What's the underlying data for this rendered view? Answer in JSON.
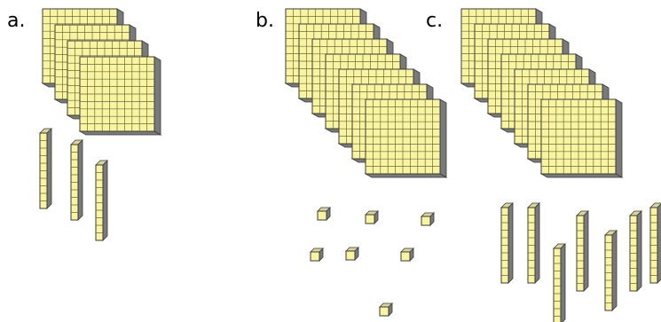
{
  "colors": {
    "block_face": "#f8f4a0",
    "block_grid": "#6e6a3c",
    "block_side": "#7a7a7a",
    "block_top": "#d9d69a",
    "outline": "#3a3a3a"
  },
  "panels": [
    {
      "label": "a.",
      "hundreds": 4,
      "tens": 3,
      "ones": 0
    },
    {
      "label": "b.",
      "hundreds": 7,
      "tens": 0,
      "ones": 7
    },
    {
      "label": "c.",
      "hundreds": 7,
      "tens": 7,
      "ones": 0
    }
  ]
}
